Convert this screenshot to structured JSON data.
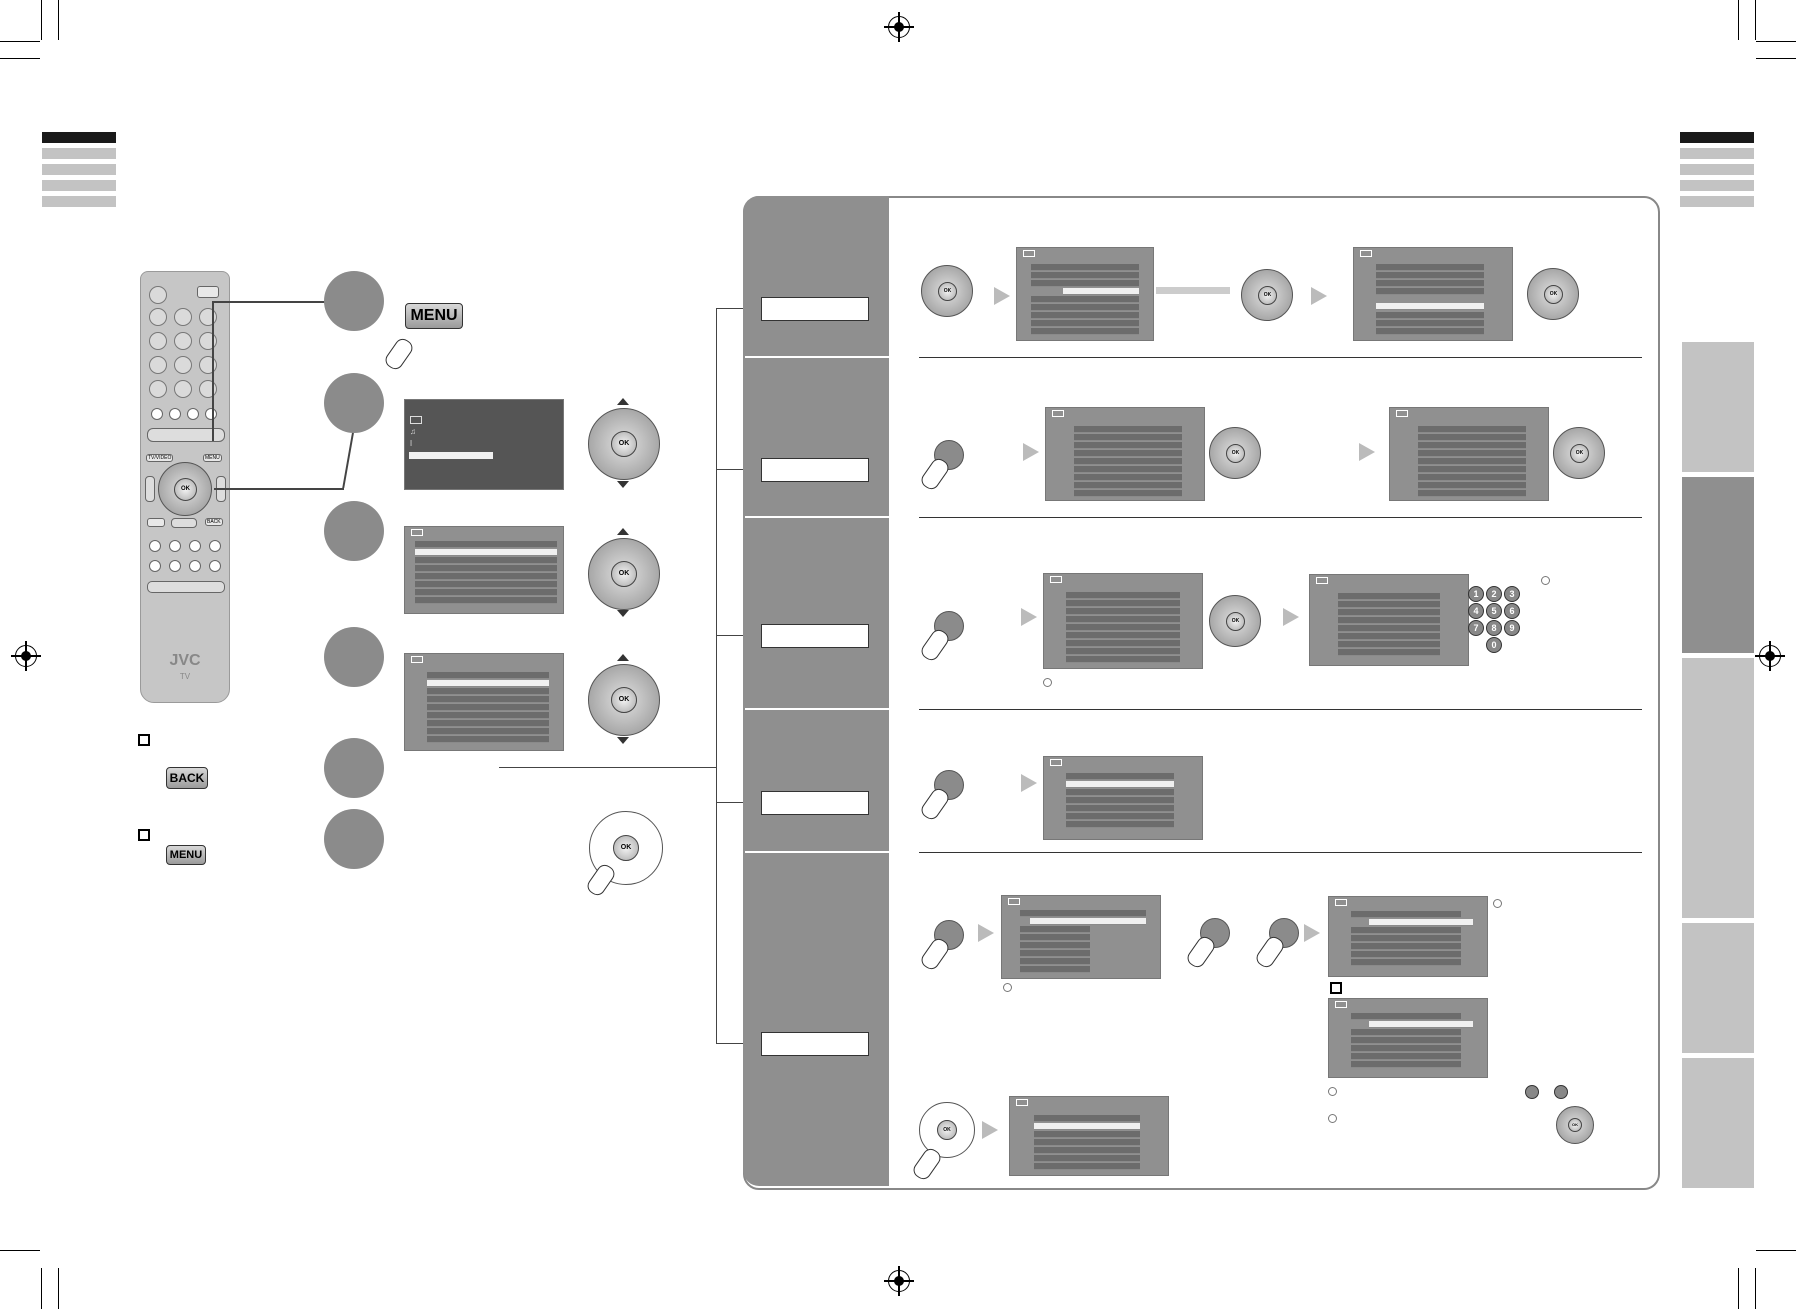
{
  "remote": {
    "brand": "JVC",
    "model": "TV",
    "buttons": {
      "ok": "OK",
      "menu": "MENU",
      "back": "BACK",
      "tvvideo": "TV/VIDEO"
    }
  },
  "keys": {
    "menu": "MENU",
    "back": "BACK",
    "ok": "OK"
  },
  "keypad": [
    "1",
    "2",
    "3",
    "4",
    "5",
    "6",
    "7",
    "8",
    "9",
    "0"
  ]
}
